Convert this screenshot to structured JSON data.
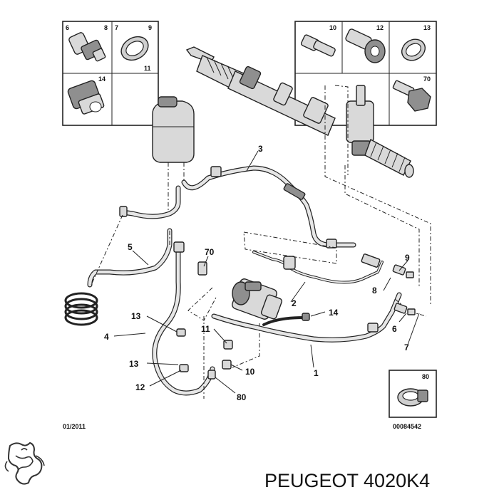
{
  "diagram": {
    "top_left_kit": {
      "labels": [
        "6",
        "8",
        "7",
        "9",
        "11",
        "14"
      ]
    },
    "top_right_kit": {
      "labels": [
        "10",
        "12",
        "13",
        "70"
      ]
    },
    "callouts": {
      "c3": "3",
      "c5": "5",
      "c70": "70",
      "c9": "9",
      "c2": "2",
      "c8": "8",
      "c14": "14",
      "c13a": "13",
      "c4": "4",
      "c11": "11",
      "c6": "6",
      "c7": "7",
      "c13b": "13",
      "c10": "10",
      "c1": "1",
      "c12": "12",
      "c80": "80"
    },
    "clip_box": {
      "label": "80"
    },
    "date_code": "01/2011",
    "drawing_number": "00084542"
  },
  "footer": {
    "brand_text": "PEUGEOT 4020K4"
  }
}
